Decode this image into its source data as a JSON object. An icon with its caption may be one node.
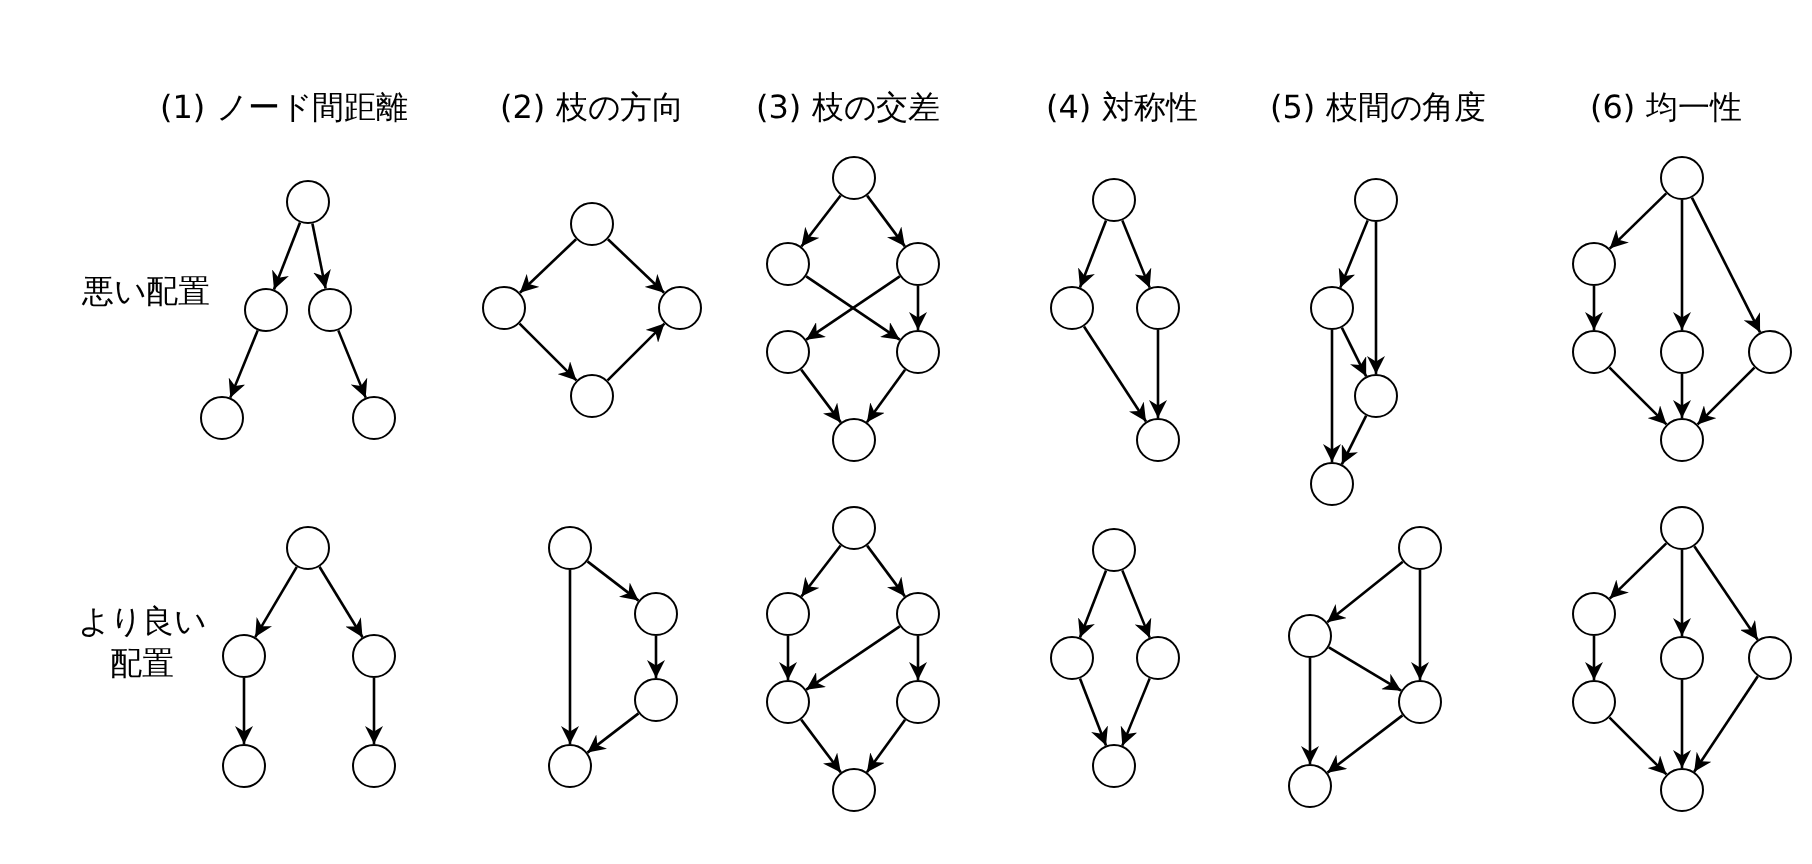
{
  "diagram": {
    "nodes": [
      {
        "text": [],
        "shape": "circle"
      },
      {
        "text": [],
        "shape": "circle"
      },
      {
        "text": [],
        "shape": "circle"
      },
      {
        "text": [],
        "shape": "circle"
      },
      {
        "text": [],
        "shape": "circle"
      },
      {
        "text": [],
        "shape": "circle"
      },
      {
        "text": [],
        "shape": "circle"
      },
      {
        "text": [],
        "shape": "circle"
      },
      {
        "text": [],
        "shape": "circle"
      },
      {
        "text": [],
        "shape": "circle"
      },
      {
        "text": [],
        "shape": "circle"
      },
      {
        "text": [],
        "shape": "circle"
      },
      {
        "text": [],
        "shape": "circle"
      },
      {
        "text": [],
        "shape": "circle"
      },
      {
        "text": [],
        "shape": "circle"
      },
      {
        "text": [],
        "shape": "circle"
      },
      {
        "text": [],
        "shape": "circle"
      },
      {
        "text": [],
        "shape": "circle"
      },
      {
        "text": [],
        "shape": "circle"
      },
      {
        "text": [],
        "shape": "circle"
      },
      {
        "text": [],
        "shape": "circle"
      },
      {
        "text": [],
        "shape": "circle"
      },
      {
        "text": [],
        "shape": "circle"
      },
      {
        "text": [],
        "shape": "circle"
      },
      {
        "text": [],
        "shape": "circle"
      },
      {
        "text": [],
        "shape": "circle"
      },
      {
        "text": [],
        "shape": "circle"
      },
      {
        "text": [],
        "shape": "circle"
      },
      {
        "text": [],
        "shape": "circle"
      },
      {
        "text": [],
        "shape": "circle"
      },
      {
        "text": [],
        "shape": "circle"
      },
      {
        "text": [],
        "shape": "circle"
      },
      {
        "text": [],
        "shape": "circle"
      },
      {
        "text": [],
        "shape": "circle"
      },
      {
        "text": [],
        "shape": "circle"
      },
      {
        "text": [],
        "shape": "circle"
      },
      {
        "text": [],
        "shape": "circle"
      },
      {
        "text": [],
        "shape": "circle"
      },
      {
        "text": [],
        "shape": "circle"
      },
      {
        "text": [],
        "shape": "circle"
      },
      {
        "text": [],
        "shape": "circle"
      },
      {
        "text": [],
        "shape": "circle"
      },
      {
        "text": [],
        "shape": "circle"
      },
      {
        "text": [],
        "shape": "circle"
      },
      {
        "text": [],
        "shape": "circle"
      },
      {
        "text": [],
        "shape": "circle"
      },
      {
        "text": [],
        "shape": "circle"
      },
      {
        "text": [],
        "shape": "circle"
      },
      {
        "text": [],
        "shape": "circle"
      },
      {
        "text": [],
        "shape": "circle"
      },
      {
        "text": [],
        "shape": "circle"
      },
      {
        "text": [],
        "shape": "circle"
      },
      {
        "text": [],
        "shape": "circle"
      },
      {
        "text": [],
        "shape": "circle"
      },
      {
        "text": [],
        "shape": "circle"
      },
      {
        "text": [],
        "shape": "circle"
      },
      {
        "text": [],
        "shape": "circle"
      },
      {
        "text": [],
        "shape": "circle"
      }
    ],
    "edges": [
      {
        "from": 0,
        "to": 1,
        "arrow": "to"
      },
      {
        "from": 0,
        "to": 2,
        "arrow": "to"
      },
      {
        "from": 1,
        "to": 3,
        "arrow": "to"
      },
      {
        "from": 2,
        "to": 4,
        "arrow": "to"
      },
      {
        "from": 5,
        "to": 6,
        "arrow": "to"
      },
      {
        "from": 5,
        "to": 7,
        "arrow": "to"
      },
      {
        "from": 6,
        "to": 8,
        "arrow": "to"
      },
      {
        "from": 8,
        "to": 7,
        "arrow": "to"
      },
      {
        "from": 9,
        "to": 10,
        "arrow": "to"
      },
      {
        "from": 9,
        "to": 11,
        "arrow": "to"
      },
      {
        "from": 10,
        "to": 13,
        "arrow": "to"
      },
      {
        "from": 11,
        "to": 12,
        "arrow": "to"
      },
      {
        "from": 11,
        "to": 13,
        "arrow": "to"
      },
      {
        "from": 12,
        "to": 14,
        "arrow": "to"
      },
      {
        "from": 13,
        "to": 14,
        "arrow": "to"
      },
      {
        "from": 15,
        "to": 16,
        "arrow": "to"
      },
      {
        "from": 15,
        "to": 17,
        "arrow": "to"
      },
      {
        "from": 16,
        "to": 18,
        "arrow": "to"
      },
      {
        "from": 17,
        "to": 18,
        "arrow": "to"
      },
      {
        "from": 19,
        "to": 20,
        "arrow": "to"
      },
      {
        "from": 19,
        "to": 21,
        "arrow": "to"
      },
      {
        "from": 20,
        "to": 21,
        "arrow": "to"
      },
      {
        "from": 20,
        "to": 22,
        "arrow": "to"
      },
      {
        "from": 21,
        "to": 22,
        "arrow": "to"
      },
      {
        "from": 23,
        "to": 24,
        "arrow": "to"
      },
      {
        "from": 23,
        "to": 26,
        "arrow": "to"
      },
      {
        "from": 23,
        "to": 27,
        "arrow": "to"
      },
      {
        "from": 24,
        "to": 25,
        "arrow": "to"
      },
      {
        "from": 25,
        "to": 28,
        "arrow": "to"
      },
      {
        "from": 26,
        "to": 28,
        "arrow": "to"
      },
      {
        "from": 27,
        "to": 28,
        "arrow": "to"
      },
      {
        "from": 29,
        "to": 30,
        "arrow": "to"
      },
      {
        "from": 29,
        "to": 31,
        "arrow": "to"
      },
      {
        "from": 30,
        "to": 32,
        "arrow": "to"
      },
      {
        "from": 31,
        "to": 33,
        "arrow": "to"
      },
      {
        "from": 34,
        "to": 35,
        "arrow": "to"
      },
      {
        "from": 35,
        "to": 36,
        "arrow": "to"
      },
      {
        "from": 36,
        "to": 37,
        "arrow": "to"
      },
      {
        "from": 34,
        "to": 37,
        "arrow": "to"
      },
      {
        "from": 38,
        "to": 39,
        "arrow": "to"
      },
      {
        "from": 38,
        "to": 40,
        "arrow": "to"
      },
      {
        "from": 39,
        "to": 41,
        "arrow": "to"
      },
      {
        "from": 40,
        "to": 41,
        "arrow": "to"
      },
      {
        "from": 40,
        "to": 42,
        "arrow": "to"
      },
      {
        "from": 41,
        "to": 43,
        "arrow": "to"
      },
      {
        "from": 42,
        "to": 43,
        "arrow": "to"
      },
      {
        "from": 44,
        "to": 45,
        "arrow": "to"
      },
      {
        "from": 44,
        "to": 46,
        "arrow": "to"
      },
      {
        "from": 45,
        "to": 47,
        "arrow": "to"
      },
      {
        "from": 46,
        "to": 47,
        "arrow": "to"
      },
      {
        "from": 48,
        "to": 49,
        "arrow": "to"
      },
      {
        "from": 48,
        "to": 50,
        "arrow": "to"
      },
      {
        "from": 49,
        "to": 50,
        "arrow": "to"
      },
      {
        "from": 49,
        "to": 51,
        "arrow": "to"
      },
      {
        "from": 50,
        "to": 51,
        "arrow": "to"
      },
      {
        "from": 52,
        "to": 53,
        "arrow": "to"
      },
      {
        "from": 52,
        "to": 54,
        "arrow": "to"
      },
      {
        "from": 52,
        "to": 55,
        "arrow": "to"
      },
      {
        "from": 53,
        "to": 56,
        "arrow": "to"
      },
      {
        "from": 56,
        "to": 57,
        "arrow": "to"
      },
      {
        "from": 54,
        "to": 57,
        "arrow": "to"
      },
      {
        "from": 55,
        "to": 57,
        "arrow": "to"
      }
    ],
    "labels": [
      "(1) ノード間距離",
      "(2) 枝の方向",
      "(3) 枝の交差",
      "(4) 対称性",
      "(5) 枝間の角度",
      "(6) 均一性",
      "悪い配置",
      "より良い配置"
    ]
  }
}
